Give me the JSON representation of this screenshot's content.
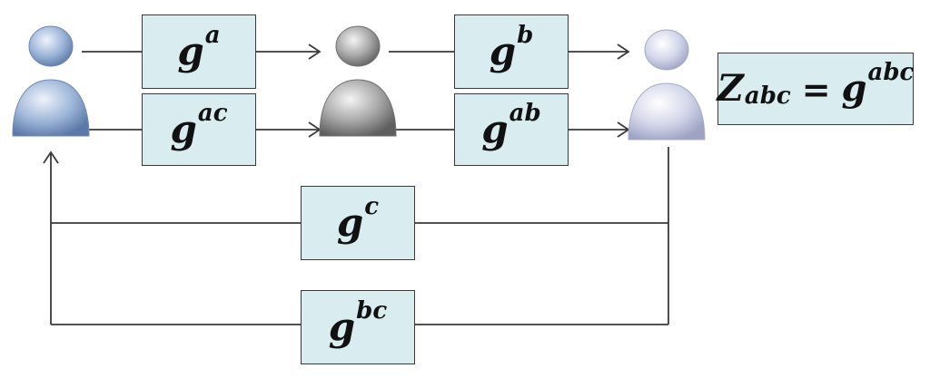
{
  "boxes": {
    "g_a": {
      "base": "g",
      "sup": "a"
    },
    "g_ac": {
      "base": "g",
      "sup": "ac"
    },
    "g_b": {
      "base": "g",
      "sup": "b"
    },
    "g_ab": {
      "base": "g",
      "sup": "ab"
    },
    "g_c": {
      "base": "g",
      "sup": "c"
    },
    "g_bc": {
      "base": "g",
      "sup": "bc"
    }
  },
  "equation": {
    "lhs_base": "Z",
    "lhs_sub": "abc",
    "op": "=",
    "rhs_base": "g",
    "rhs_sup": "abc"
  },
  "colors": {
    "box_fill": "#d9ecef",
    "line": "#3a3a3a",
    "person_a": "#8fa9cf",
    "person_b": "#9a9a9a",
    "person_c": "#c9cde3"
  },
  "icons": {
    "person_a": "user-icon",
    "person_b": "user-icon",
    "person_c": "user-icon"
  }
}
